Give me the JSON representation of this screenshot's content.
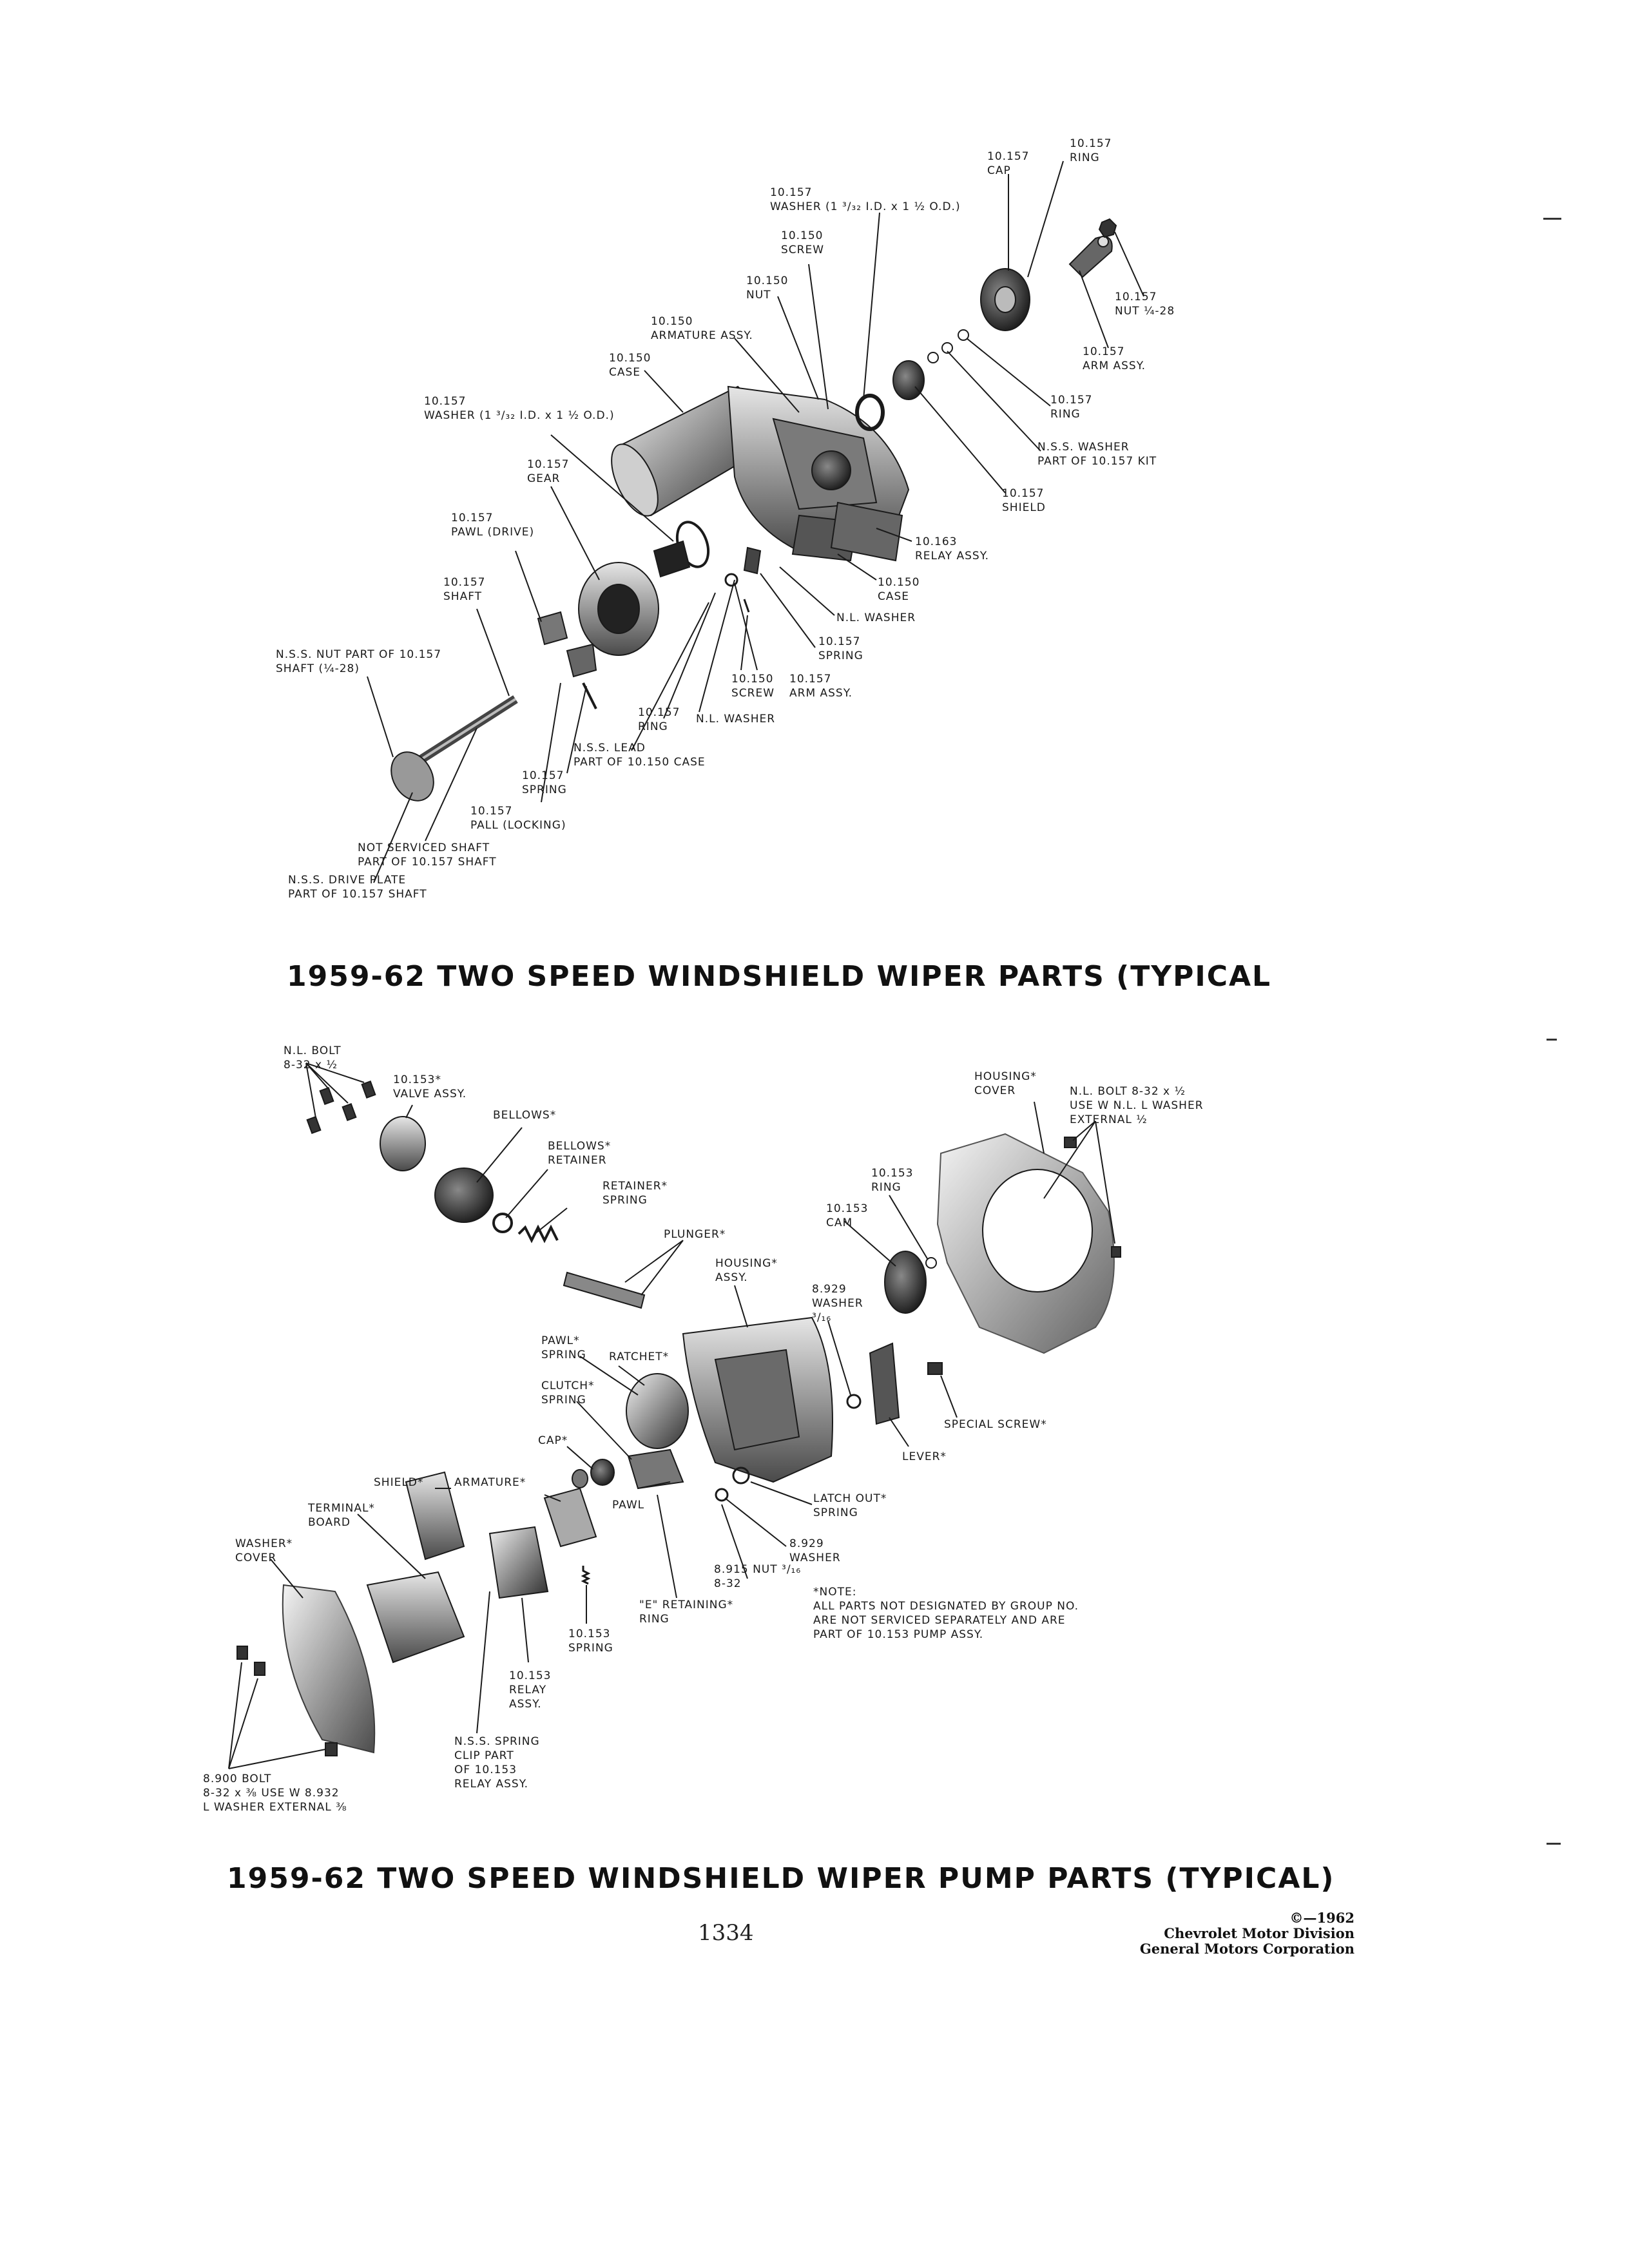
{
  "wiper_parts": {
    "title": "1959-62 TWO SPEED WINDSHIELD WIPER PARTS (TYPICAL",
    "labels": [
      [
        "10.157",
        "RING"
      ],
      [
        "10.157",
        "CAP"
      ],
      [
        "10.157",
        "WASHER (1 ³/₃₂ I.D. x 1 ½ O.D.)"
      ],
      [
        "10.150",
        "SCREW"
      ],
      [
        "10.150",
        "NUT"
      ],
      [
        "10.150",
        "ARMATURE ASSY."
      ],
      [
        "10.150",
        "CASE"
      ],
      [
        "10.157",
        "WASHER (1 ³/₃₂ I.D. x 1 ½ O.D.)"
      ],
      [
        "10.157",
        "GEAR"
      ],
      [
        "10.157",
        "PAWL (DRIVE)"
      ],
      [
        "10.157",
        "SHAFT"
      ],
      [
        "N.S.S. NUT PART OF 10.157",
        "SHAFT (¼-28)"
      ],
      [
        "10.157",
        "NUT ¼-28"
      ],
      [
        "10.157",
        "ARM ASSY."
      ],
      [
        "10.157",
        "RING"
      ],
      [
        "N.S.S. WASHER",
        "PART OF 10.157 KIT"
      ],
      [
        "10.157",
        "SHIELD"
      ],
      [
        "10.163",
        "RELAY ASSY."
      ],
      [
        "10.150",
        "CASE"
      ],
      [
        "N.L. WASHER"
      ],
      [
        "10.157",
        "SPRING"
      ],
      [
        "10.150",
        "SCREW"
      ],
      [
        "10.157",
        "ARM ASSY."
      ],
      [
        "N.L. WASHER"
      ],
      [
        "10.157",
        "RING"
      ],
      [
        "N.S.S. LEAD",
        "PART OF 10.150 CASE"
      ],
      [
        "10.157",
        "SPRING"
      ],
      [
        "10.157",
        "PALL (LOCKING)"
      ],
      [
        "NOT SERVICED SHAFT",
        "PART OF 10.157 SHAFT"
      ],
      [
        "N.S.S. DRIVE PLATE",
        "PART OF 10.157 SHAFT"
      ]
    ]
  },
  "pump_parts": {
    "title": "1959-62 TWO SPEED WINDSHIELD WIPER PUMP PARTS (TYPICAL)",
    "labels": [
      [
        "N.L. BOLT",
        "8-32 x ½"
      ],
      [
        "10.153*",
        "VALVE ASSY."
      ],
      [
        "BELLOWS*"
      ],
      [
        "BELLOWS*",
        "RETAINER"
      ],
      [
        "RETAINER*",
        "SPRING"
      ],
      [
        "PLUNGER*"
      ],
      [
        "HOUSING*",
        "ASSY."
      ],
      [
        "HOUSING*",
        "COVER"
      ],
      [
        "N.L. BOLT 8-32 x ½",
        "USE W N.L. L WASHER",
        "EXTERNAL ½"
      ],
      [
        "10.153",
        "RING"
      ],
      [
        "10.153",
        "CAM"
      ],
      [
        "8.929",
        "WASHER",
        "³/₁₆"
      ],
      [
        "PAWL*",
        "SPRING"
      ],
      [
        "RATCHET*"
      ],
      [
        "CLUTCH*",
        "SPRING"
      ],
      [
        "CAP*"
      ],
      [
        "SPECIAL SCREW*"
      ],
      [
        "LEVER*"
      ],
      [
        "SHIELD*"
      ],
      [
        "ARMATURE*"
      ],
      [
        "PAWL"
      ],
      [
        "TERMINAL*",
        "BOARD"
      ],
      [
        "WASHER*",
        "COVER"
      ],
      [
        "LATCH OUT*",
        "SPRING"
      ],
      [
        "8.929",
        "WASHER"
      ],
      [
        "8.915 NUT ³/₁₆",
        "8-32"
      ],
      [
        "\"E\" RETAINING*",
        "RING"
      ],
      [
        "*NOTE:",
        "ALL PARTS NOT DESIGNATED BY GROUP NO.",
        "ARE NOT SERVICED SEPARATELY AND ARE",
        "PART OF 10.153 PUMP ASSY."
      ],
      [
        "10.153",
        "SPRING"
      ],
      [
        "10.153",
        "RELAY",
        "ASSY."
      ],
      [
        "N.S.S. SPRING",
        "CLIP PART",
        "OF 10.153",
        "RELAY ASSY."
      ],
      [
        "8.900 BOLT",
        "8-32 x ⅜ USE W 8.932",
        "L WASHER EXTERNAL ⅜"
      ]
    ]
  },
  "page_number": "1334",
  "copyright": [
    "©—1962",
    "Chevrolet Motor Division",
    "General Motors Corporation"
  ]
}
